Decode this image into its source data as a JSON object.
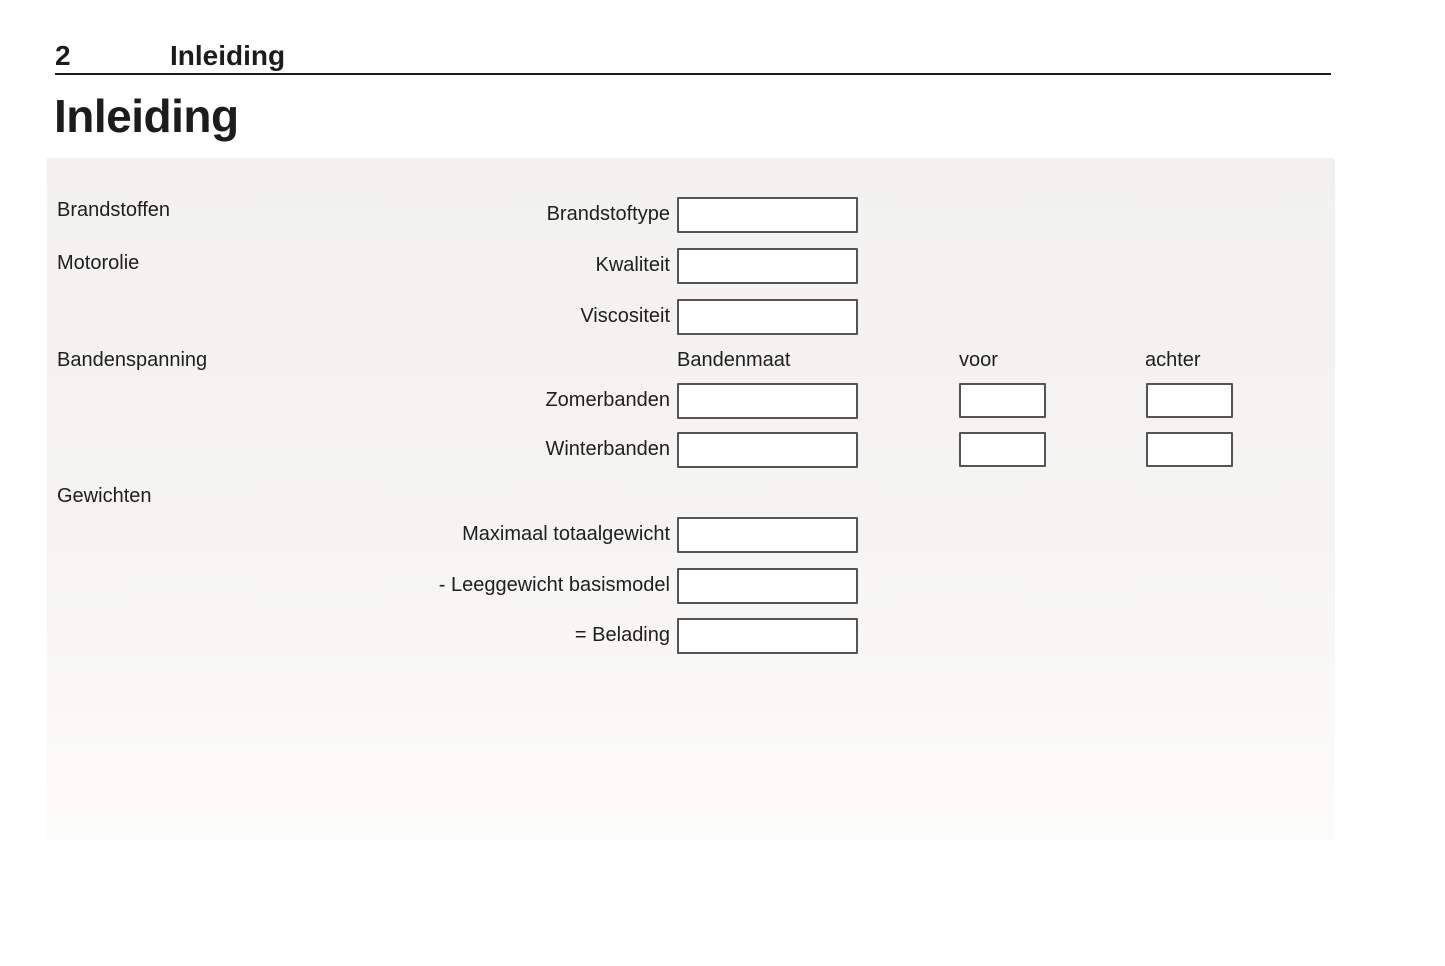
{
  "page_header": {
    "page_number": "2",
    "chapter_title": "Inleiding"
  },
  "page_title": "Inleiding",
  "form": {
    "sections": [
      {
        "label": "Brandstoffen",
        "fields": [
          {
            "label": "Brandstoftype",
            "value": ""
          }
        ]
      },
      {
        "label": "Motorolie",
        "fields": [
          {
            "label": "Kwaliteit",
            "value": ""
          },
          {
            "label": "Viscositeit",
            "value": ""
          }
        ]
      },
      {
        "label": "Bandenspanning",
        "columns": {
          "size": "Bandenmaat",
          "front": "voor",
          "rear": "achter"
        },
        "rows": [
          {
            "label": "Zomerbanden",
            "size_value": "",
            "front_value": "",
            "rear_value": ""
          },
          {
            "label": "Winterbanden",
            "size_value": "",
            "front_value": "",
            "rear_value": ""
          }
        ]
      },
      {
        "label": "Gewichten",
        "fields": [
          {
            "label": "Maximaal totaalgewicht",
            "value": ""
          },
          {
            "label": "- Leeggewicht basismodel",
            "value": ""
          },
          {
            "label": "= Belading",
            "value": ""
          }
        ]
      }
    ]
  },
  "colors": {
    "text": "#1c1c1c",
    "box_border": "#545454",
    "scan_background": "#f4f3f1",
    "rule": "#1a1a1a"
  }
}
